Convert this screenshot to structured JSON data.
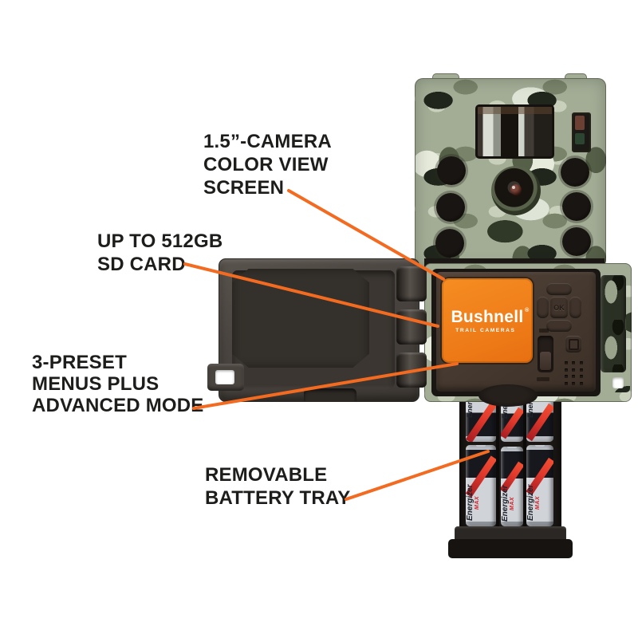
{
  "callouts": [
    {
      "id": "screen",
      "lines": [
        "1.5”-CAMERA",
        "COLOR VIEW",
        "SCREEN"
      ]
    },
    {
      "id": "sd-card",
      "lines": [
        "UP TO 512GB",
        "SD CARD"
      ]
    },
    {
      "id": "menus",
      "lines": [
        "3-PRESET",
        "MENUS PLUS",
        "ADVANCED MODE"
      ]
    },
    {
      "id": "battery",
      "lines": [
        "REMOVABLE",
        "BATTERY TRAY"
      ]
    }
  ],
  "device": {
    "screen_brand": "Bushnell",
    "screen_reg": "®",
    "screen_sub": "TRAIL CAMERAS",
    "dpad_ok": "OK",
    "battery_brand": "Energizer",
    "battery_grade": "MAX"
  },
  "colors": {
    "accent_orange": "#F26B21",
    "screen_orange": "#EF7E1A",
    "label_text": "#1D1D1B",
    "camo_light": "#DFE5D6",
    "camo_dark": "#2E3527",
    "body_brown": "#47392F",
    "battery_red": "#D2232A",
    "battery_silver": "#D0D4D9"
  }
}
